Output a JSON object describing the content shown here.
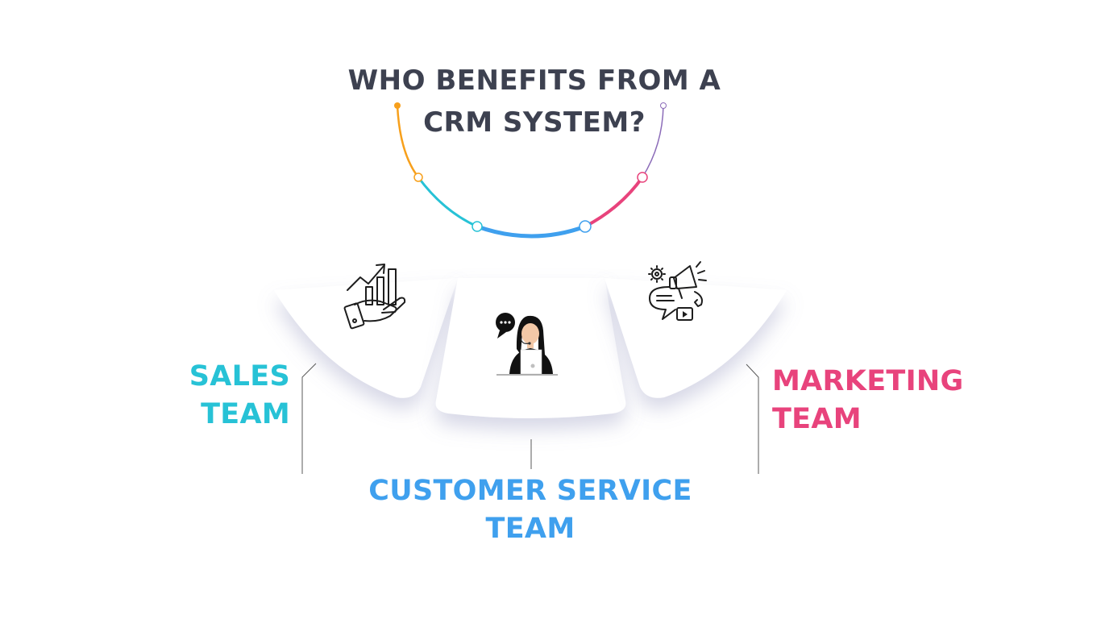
{
  "title": {
    "line1": "WHO BENEFITS FROM A",
    "line2": "CRM SYSTEM?"
  },
  "segments": [
    {
      "name": "sales",
      "line1": "SALES",
      "line2": "TEAM",
      "color": "#27c2d6",
      "icon": "sales-growth-hand-icon"
    },
    {
      "name": "customer-service",
      "line1": "CUSTOMER SERVICE",
      "line2": "TEAM",
      "color": "#3fa0ee",
      "icon": "customer-support-agent-icon"
    },
    {
      "name": "marketing",
      "line1": "MARKETING",
      "line2": "TEAM",
      "color": "#e8437c",
      "icon": "marketing-megaphone-icon"
    }
  ],
  "arc_colors": {
    "orange": "#f7a01c",
    "cyan": "#27c2d6",
    "blue": "#3fa0ee",
    "pink": "#e8437c",
    "purple": "#8b6bb8"
  },
  "text_color": "#3d4150"
}
